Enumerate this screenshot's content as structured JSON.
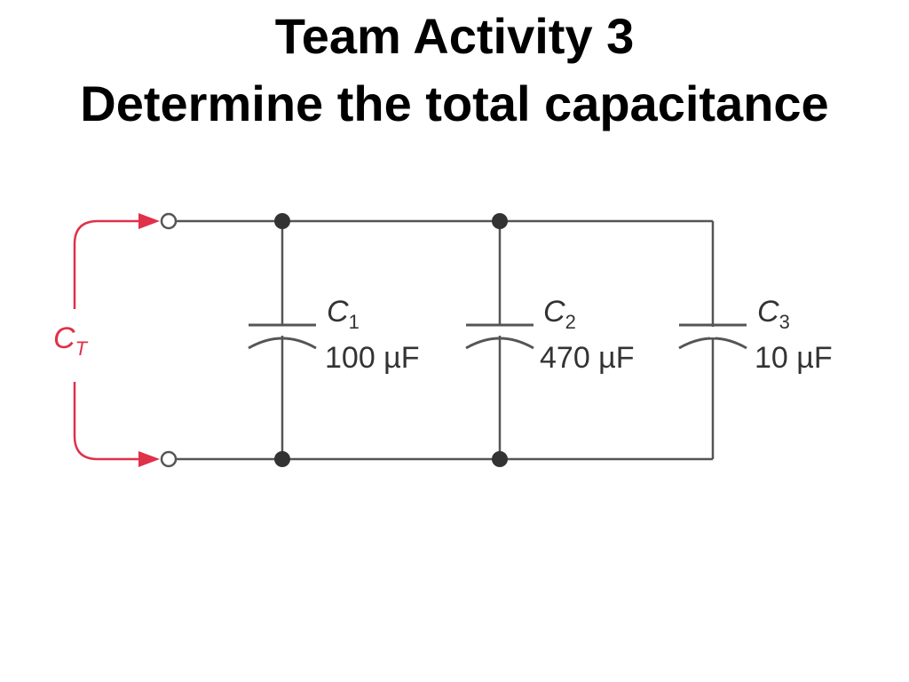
{
  "slide": {
    "title": "Team Activity 3",
    "subtitle": "Determine the total capacitance"
  },
  "circuit": {
    "total_label": {
      "letter": "C",
      "subscript": "T"
    },
    "capacitors": [
      {
        "letter": "C",
        "subscript": "1",
        "value": "100 µF"
      },
      {
        "letter": "C",
        "subscript": "2",
        "value": "470 µF"
      },
      {
        "letter": "C",
        "subscript": "3",
        "value": "10 µF"
      }
    ],
    "colors": {
      "wire": "#555555",
      "arrow": "#e0304a",
      "text": "#333333"
    }
  }
}
